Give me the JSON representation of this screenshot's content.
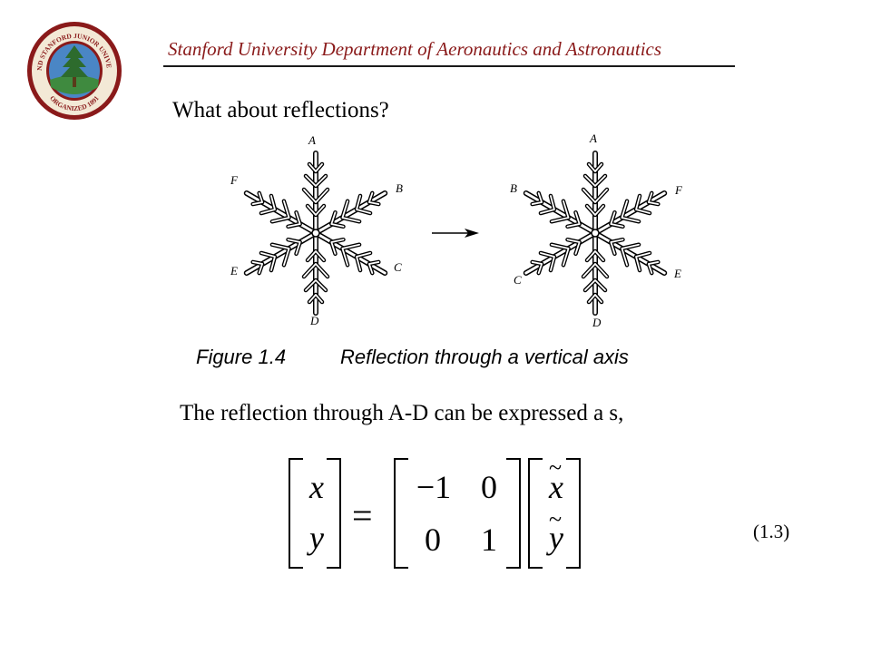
{
  "header": {
    "title": "Stanford University Department of Aeronautics and Astronautics",
    "seal_text_top": "LELAND STANFORD JUNIOR UNIVERSITY",
    "seal_text_bottom": "ORGANIZED 1891"
  },
  "slide": {
    "heading": "What about reflections?",
    "body": "The reflection through A-D can be expressed a s,"
  },
  "figure": {
    "left_labels": {
      "top": "A",
      "upper_left": "F",
      "upper_right": "B",
      "lower_left": "E",
      "lower_right": "C",
      "bottom": "D"
    },
    "right_labels": {
      "top": "A",
      "upper_left": "B",
      "upper_right": "F",
      "lower_left": "C",
      "lower_right": "E",
      "bottom": "D"
    },
    "caption_number": "Figure 1.4",
    "caption_text": "Reflection through  a vertical axis"
  },
  "equation": {
    "lhs": [
      "x",
      "y"
    ],
    "matrix": [
      [
        "−1",
        "0"
      ],
      [
        "0",
        "1"
      ]
    ],
    "rhs": [
      "x",
      "y"
    ],
    "rhs_accent": "~",
    "equals": "=",
    "number": "(1.3)"
  },
  "colors": {
    "header_title": "#8a1a1a",
    "seal_ring": "#8a1a1a",
    "seal_inner": "#4a86c5",
    "tree": "#2d6b2d"
  }
}
